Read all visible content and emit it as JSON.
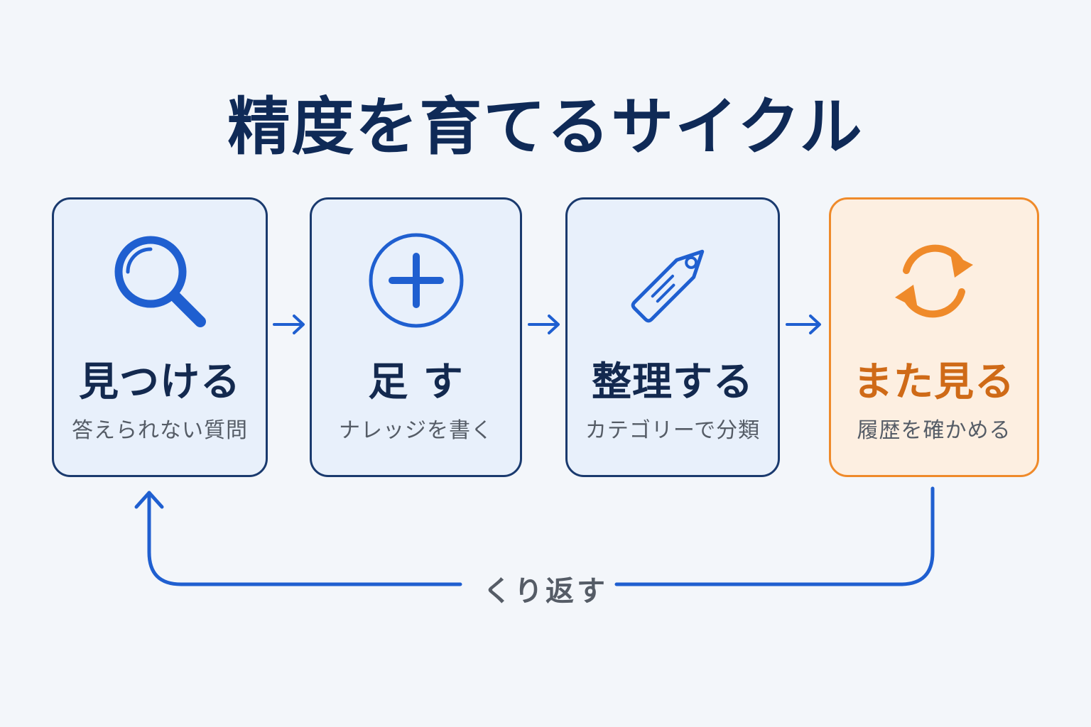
{
  "title": "精度を育てるサイクル",
  "steps": [
    {
      "label": "見つける",
      "sub": "答えられない質問",
      "icon": "magnifier-icon",
      "color": "#1f5fd0"
    },
    {
      "label": "足 す",
      "sub": "ナレッジを書く",
      "icon": "plus-circle-icon",
      "color": "#1f5fd0"
    },
    {
      "label": "整理する",
      "sub": "カテゴリーで分類",
      "icon": "tag-icon",
      "color": "#1f5fd0"
    },
    {
      "label": "また見る",
      "sub": "履歴を確かめる",
      "icon": "refresh-cycle-icon",
      "color": "#ef8a2a"
    }
  ],
  "loop_label": "くり返す",
  "colors": {
    "primary": "#1f5fd0",
    "accent": "#ef8a2a",
    "title": "#0f2a57"
  }
}
